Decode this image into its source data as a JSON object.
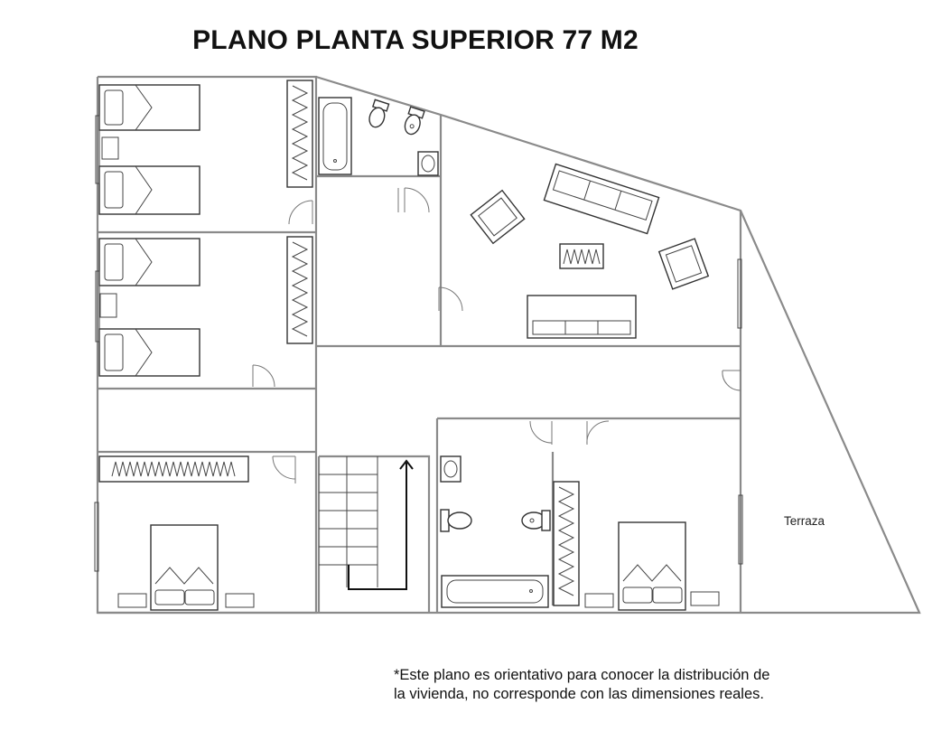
{
  "title": "PLANO PLANTA SUPERIOR  77 M2",
  "rooms": {
    "terrace_label": "Terraza"
  },
  "note": {
    "line1": "*Este plano es orientativo para conocer la distribución de",
    "line2": "la vivienda, no corresponde con las dimensiones reales."
  },
  "colors": {
    "walls": "#8a8a8a",
    "furniture": "#333333",
    "text": "#111111"
  }
}
